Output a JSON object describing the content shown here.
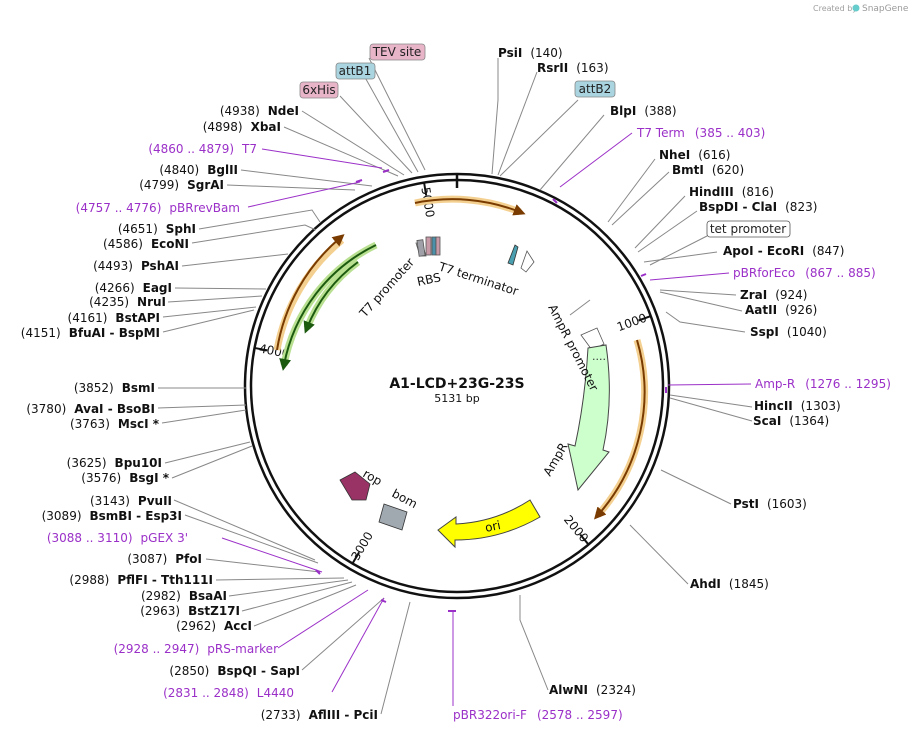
{
  "credit": {
    "created_by": "Created by",
    "brand": "SnapGene"
  },
  "plasmid": {
    "name": "A1-LCD+23G-23S",
    "size_label": "5131 bp",
    "length": 5131
  },
  "ticks": [
    {
      "label": "1000",
      "pos": 1000
    },
    {
      "label": "2000",
      "pos": 2000
    },
    {
      "label": "3000",
      "pos": 3000
    },
    {
      "label": "4000",
      "pos": 4000
    },
    {
      "label": "5000",
      "pos": 5000
    }
  ],
  "sites": [
    {
      "name": "PsiI",
      "pos": "(140)",
      "side": "right"
    },
    {
      "name": "RsrII",
      "pos": "(163)",
      "side": "right"
    },
    {
      "name": "BlpI",
      "pos": "(388)",
      "side": "right"
    },
    {
      "name": "NheI",
      "pos": "(616)",
      "side": "right"
    },
    {
      "name": "BmtI",
      "pos": "(620)",
      "side": "right"
    },
    {
      "name": "HindIII",
      "pos": "(816)",
      "side": "right"
    },
    {
      "name": "BspDI - ClaI",
      "pos": "(823)",
      "side": "right"
    },
    {
      "name": "ApoI - EcoRI",
      "pos": "(847)",
      "side": "right"
    },
    {
      "name": "ZraI",
      "pos": "(924)",
      "side": "right"
    },
    {
      "name": "AatII",
      "pos": "(926)",
      "side": "right"
    },
    {
      "name": "SspI",
      "pos": "(1040)",
      "side": "right"
    },
    {
      "name": "HincII",
      "pos": "(1303)",
      "side": "right"
    },
    {
      "name": "ScaI",
      "pos": "(1364)",
      "side": "right"
    },
    {
      "name": "PstI",
      "pos": "(1603)",
      "side": "right"
    },
    {
      "name": "AhdI",
      "pos": "(1845)",
      "side": "right"
    },
    {
      "name": "AlwNI",
      "pos": "(2324)",
      "side": "right"
    },
    {
      "name": "NdeI",
      "pos": "(4938)",
      "side": "left"
    },
    {
      "name": "XbaI",
      "pos": "(4898)",
      "side": "left"
    },
    {
      "name": "BglII",
      "pos": "(4840)",
      "side": "left"
    },
    {
      "name": "SgrAI",
      "pos": "(4799)",
      "side": "left"
    },
    {
      "name": "SphI",
      "pos": "(4651)",
      "side": "left"
    },
    {
      "name": "EcoNI",
      "pos": "(4586)",
      "side": "left"
    },
    {
      "name": "PshAI",
      "pos": "(4493)",
      "side": "left"
    },
    {
      "name": "EagI",
      "pos": "(4266)",
      "side": "left"
    },
    {
      "name": "NruI",
      "pos": "(4235)",
      "side": "left"
    },
    {
      "name": "BstAPI",
      "pos": "(4161)",
      "side": "left"
    },
    {
      "name": "BfuAI - BspMI",
      "pos": "(4151)",
      "side": "left"
    },
    {
      "name": "BsmI",
      "pos": "(3852)",
      "side": "left"
    },
    {
      "name": "AvaI - BsoBI",
      "pos": "(3780)",
      "side": "left"
    },
    {
      "name": "MscI *",
      "pos": "(3763)",
      "side": "left"
    },
    {
      "name": "Bpu10I",
      "pos": "(3625)",
      "side": "left"
    },
    {
      "name": "BsgI *",
      "pos": "(3576)",
      "side": "left"
    },
    {
      "name": "PvuII",
      "pos": "(3143)",
      "side": "left"
    },
    {
      "name": "BsmBI - Esp3I",
      "pos": "(3089)",
      "side": "left"
    },
    {
      "name": "PfoI",
      "pos": "(3087)",
      "side": "left"
    },
    {
      "name": "PflFI - Tth111I",
      "pos": "(2988)",
      "side": "left"
    },
    {
      "name": "BsaAI",
      "pos": "(2982)",
      "side": "left"
    },
    {
      "name": "BstZ17I",
      "pos": "(2963)",
      "side": "left"
    },
    {
      "name": "AccI",
      "pos": "(2962)",
      "side": "left"
    },
    {
      "name": "BspQI - SapI",
      "pos": "(2850)",
      "side": "left"
    },
    {
      "name": "AflIII - PciI",
      "pos": "(2733)",
      "side": "left"
    }
  ],
  "primers": [
    {
      "name": "T7 Term",
      "range": "(385 .. 403)"
    },
    {
      "name": "pBRforEco",
      "range": "(867 .. 885)"
    },
    {
      "name": "Amp-R",
      "range": "(1276 .. 1295)"
    },
    {
      "name": "pBR322ori-F",
      "range": "(2578 .. 2597)"
    },
    {
      "name": "L4440",
      "range": "(2831 .. 2848)"
    },
    {
      "name": "pRS-marker",
      "range": "(2928 .. 2947)"
    },
    {
      "name": "pGEX 3'",
      "range": "(3088 .. 3110)"
    },
    {
      "name": "pBRrevBam",
      "range": "(4757 .. 4776)"
    },
    {
      "name": "T7",
      "range": "(4860 .. 4879)"
    }
  ],
  "tags": [
    {
      "label": "TEV site",
      "color": "#e8b4c8"
    },
    {
      "label": "attB1",
      "color": "#a9d4e0"
    },
    {
      "label": "6xHis",
      "color": "#e8b4c8"
    },
    {
      "label": "attB2",
      "color": "#a9d4e0"
    },
    {
      "label": "tet promoter",
      "color": "#ffffff"
    }
  ],
  "features": [
    {
      "label": "T7 terminator"
    },
    {
      "label": "T7 promoter"
    },
    {
      "label": "RBS"
    },
    {
      "label": "AmpR promoter"
    },
    {
      "label": "AmpR"
    },
    {
      "label": "ori"
    },
    {
      "label": "rop"
    },
    {
      "label": "bom"
    }
  ],
  "colors": {
    "ampr": "#ccffcc",
    "ori": "#ffff00",
    "rop": "#993366",
    "bom": "#a0a8b0",
    "orf_orange": "#f0c070",
    "orf_green": "#6aa030",
    "primer": "#9b30c8",
    "terminator": "#4aa0b0"
  }
}
